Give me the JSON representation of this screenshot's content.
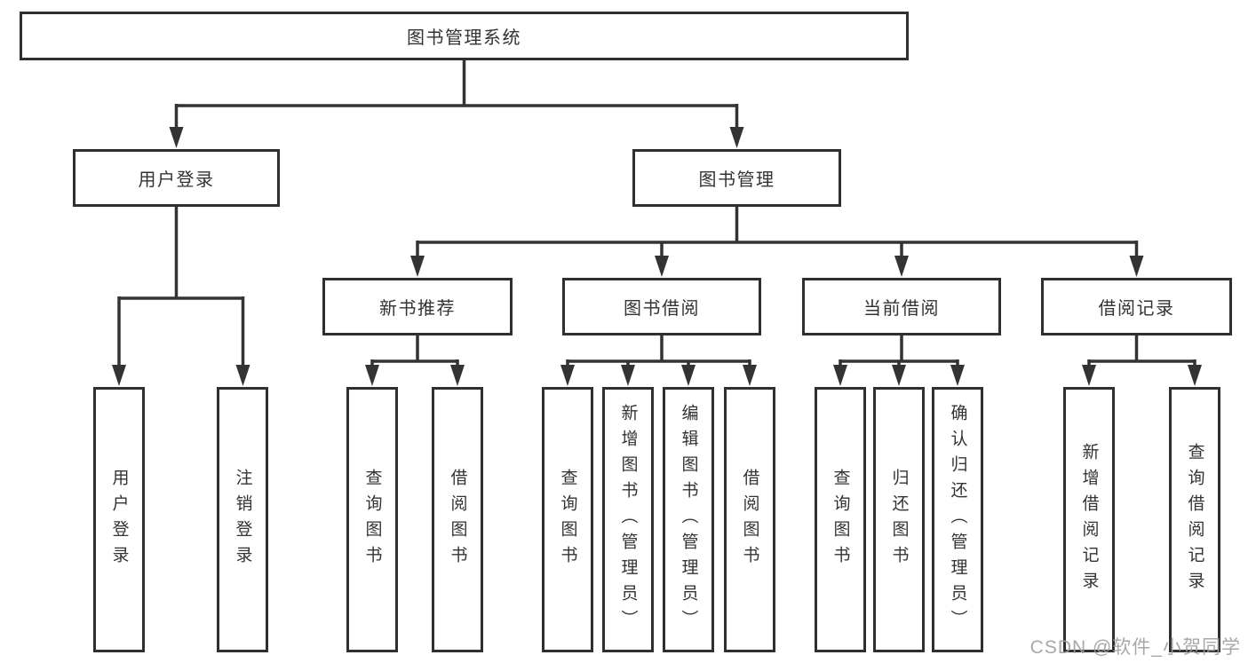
{
  "title": {
    "label": "图书管理系统"
  },
  "nodes": {
    "user_login": {
      "label": "用户登录"
    },
    "book_management": {
      "label": "图书管理"
    },
    "new_book_recommendation": {
      "label": "新书推荐"
    },
    "book_borrowing": {
      "label": "图书借阅"
    },
    "current_borrowing": {
      "label": "当前借阅"
    },
    "borrowing_records": {
      "label": "借阅记录"
    },
    "leaf_user_login": {
      "label": "用户登录"
    },
    "leaf_logout": {
      "label": "注销登录"
    },
    "nb_query_books": {
      "label": "查询图书"
    },
    "nb_borrow_books": {
      "label": "借阅图书"
    },
    "bb_query_books": {
      "label": "查询图书"
    },
    "bb_add_books": {
      "label": "新增图书（管理员）"
    },
    "bb_edit_books": {
      "label": "编辑图书（管理员）"
    },
    "bb_borrow_books": {
      "label": "借阅图书"
    },
    "cb_query_books": {
      "label": "查询图书"
    },
    "cb_return_books": {
      "label": "归还图书"
    },
    "cb_confirm_return": {
      "label": "确认归还（管理员）"
    },
    "br_add_record": {
      "label": "新增借阅记录"
    },
    "br_query_record": {
      "label": "查询借阅记录"
    }
  },
  "watermark": {
    "text": "CSDN @软件_小贺同学"
  },
  "colors": {
    "line": "#333333",
    "box_border": "#2f2f2f",
    "text": "#333333",
    "watermark": "#9e9e9e",
    "background": "#ffffff"
  }
}
